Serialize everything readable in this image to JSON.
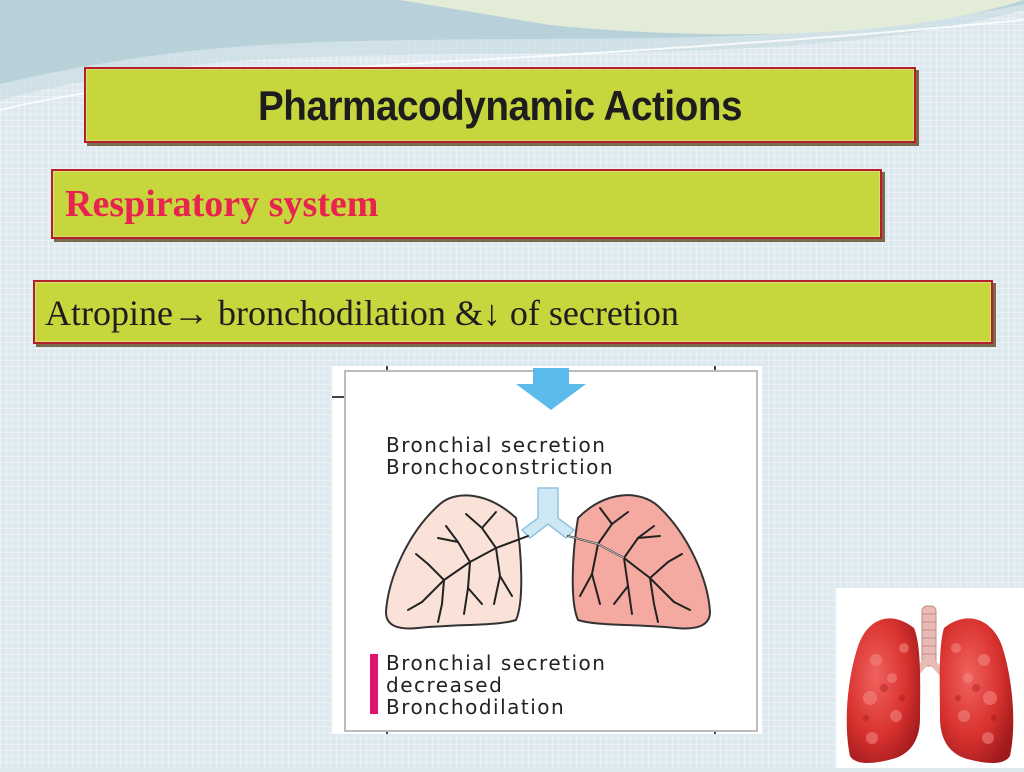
{
  "slide": {
    "title": "Pharmacodynamic Actions",
    "subtitle": "Respiratory system",
    "statement": "Atropine→ bronchodilation &↓ of secretion"
  },
  "figure": {
    "top_lines": [
      "Bronchial secretion",
      "Bronchoconstriction"
    ],
    "bottom_lines": [
      "Bronchial secretion",
      "decreased",
      "Bronchodilation"
    ]
  },
  "colors": {
    "box_fill": "#c8d63e",
    "box_border": "#b51e2b",
    "subtitle_text": "#e8234f",
    "arrow": "#5bbcec",
    "indicator": "#e0126f",
    "lung_left": "#fbe2d8",
    "lung_right": "#f4aaa0"
  },
  "icons": [
    "down-arrow-icon",
    "lungs-diagram",
    "lungs-photo-icon"
  ]
}
